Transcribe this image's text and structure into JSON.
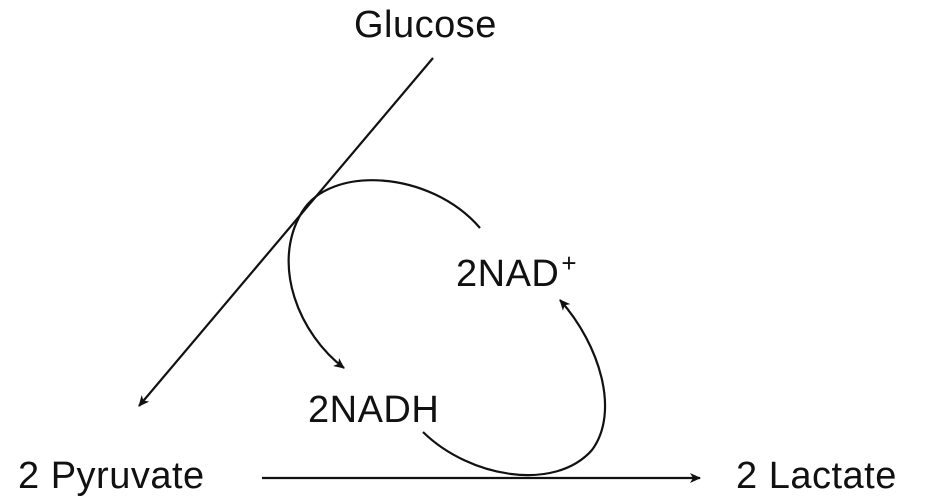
{
  "labels": {
    "glucose": "Glucose",
    "nad_plus": "2NAD",
    "nad_plus_sup": "+",
    "nadh": "2NADH",
    "pyruvate": "2 Pyruvate",
    "lactate": "2 Lactate"
  },
  "colors": {
    "stroke": "#111111",
    "text": "#111111",
    "background": "#ffffff"
  }
}
